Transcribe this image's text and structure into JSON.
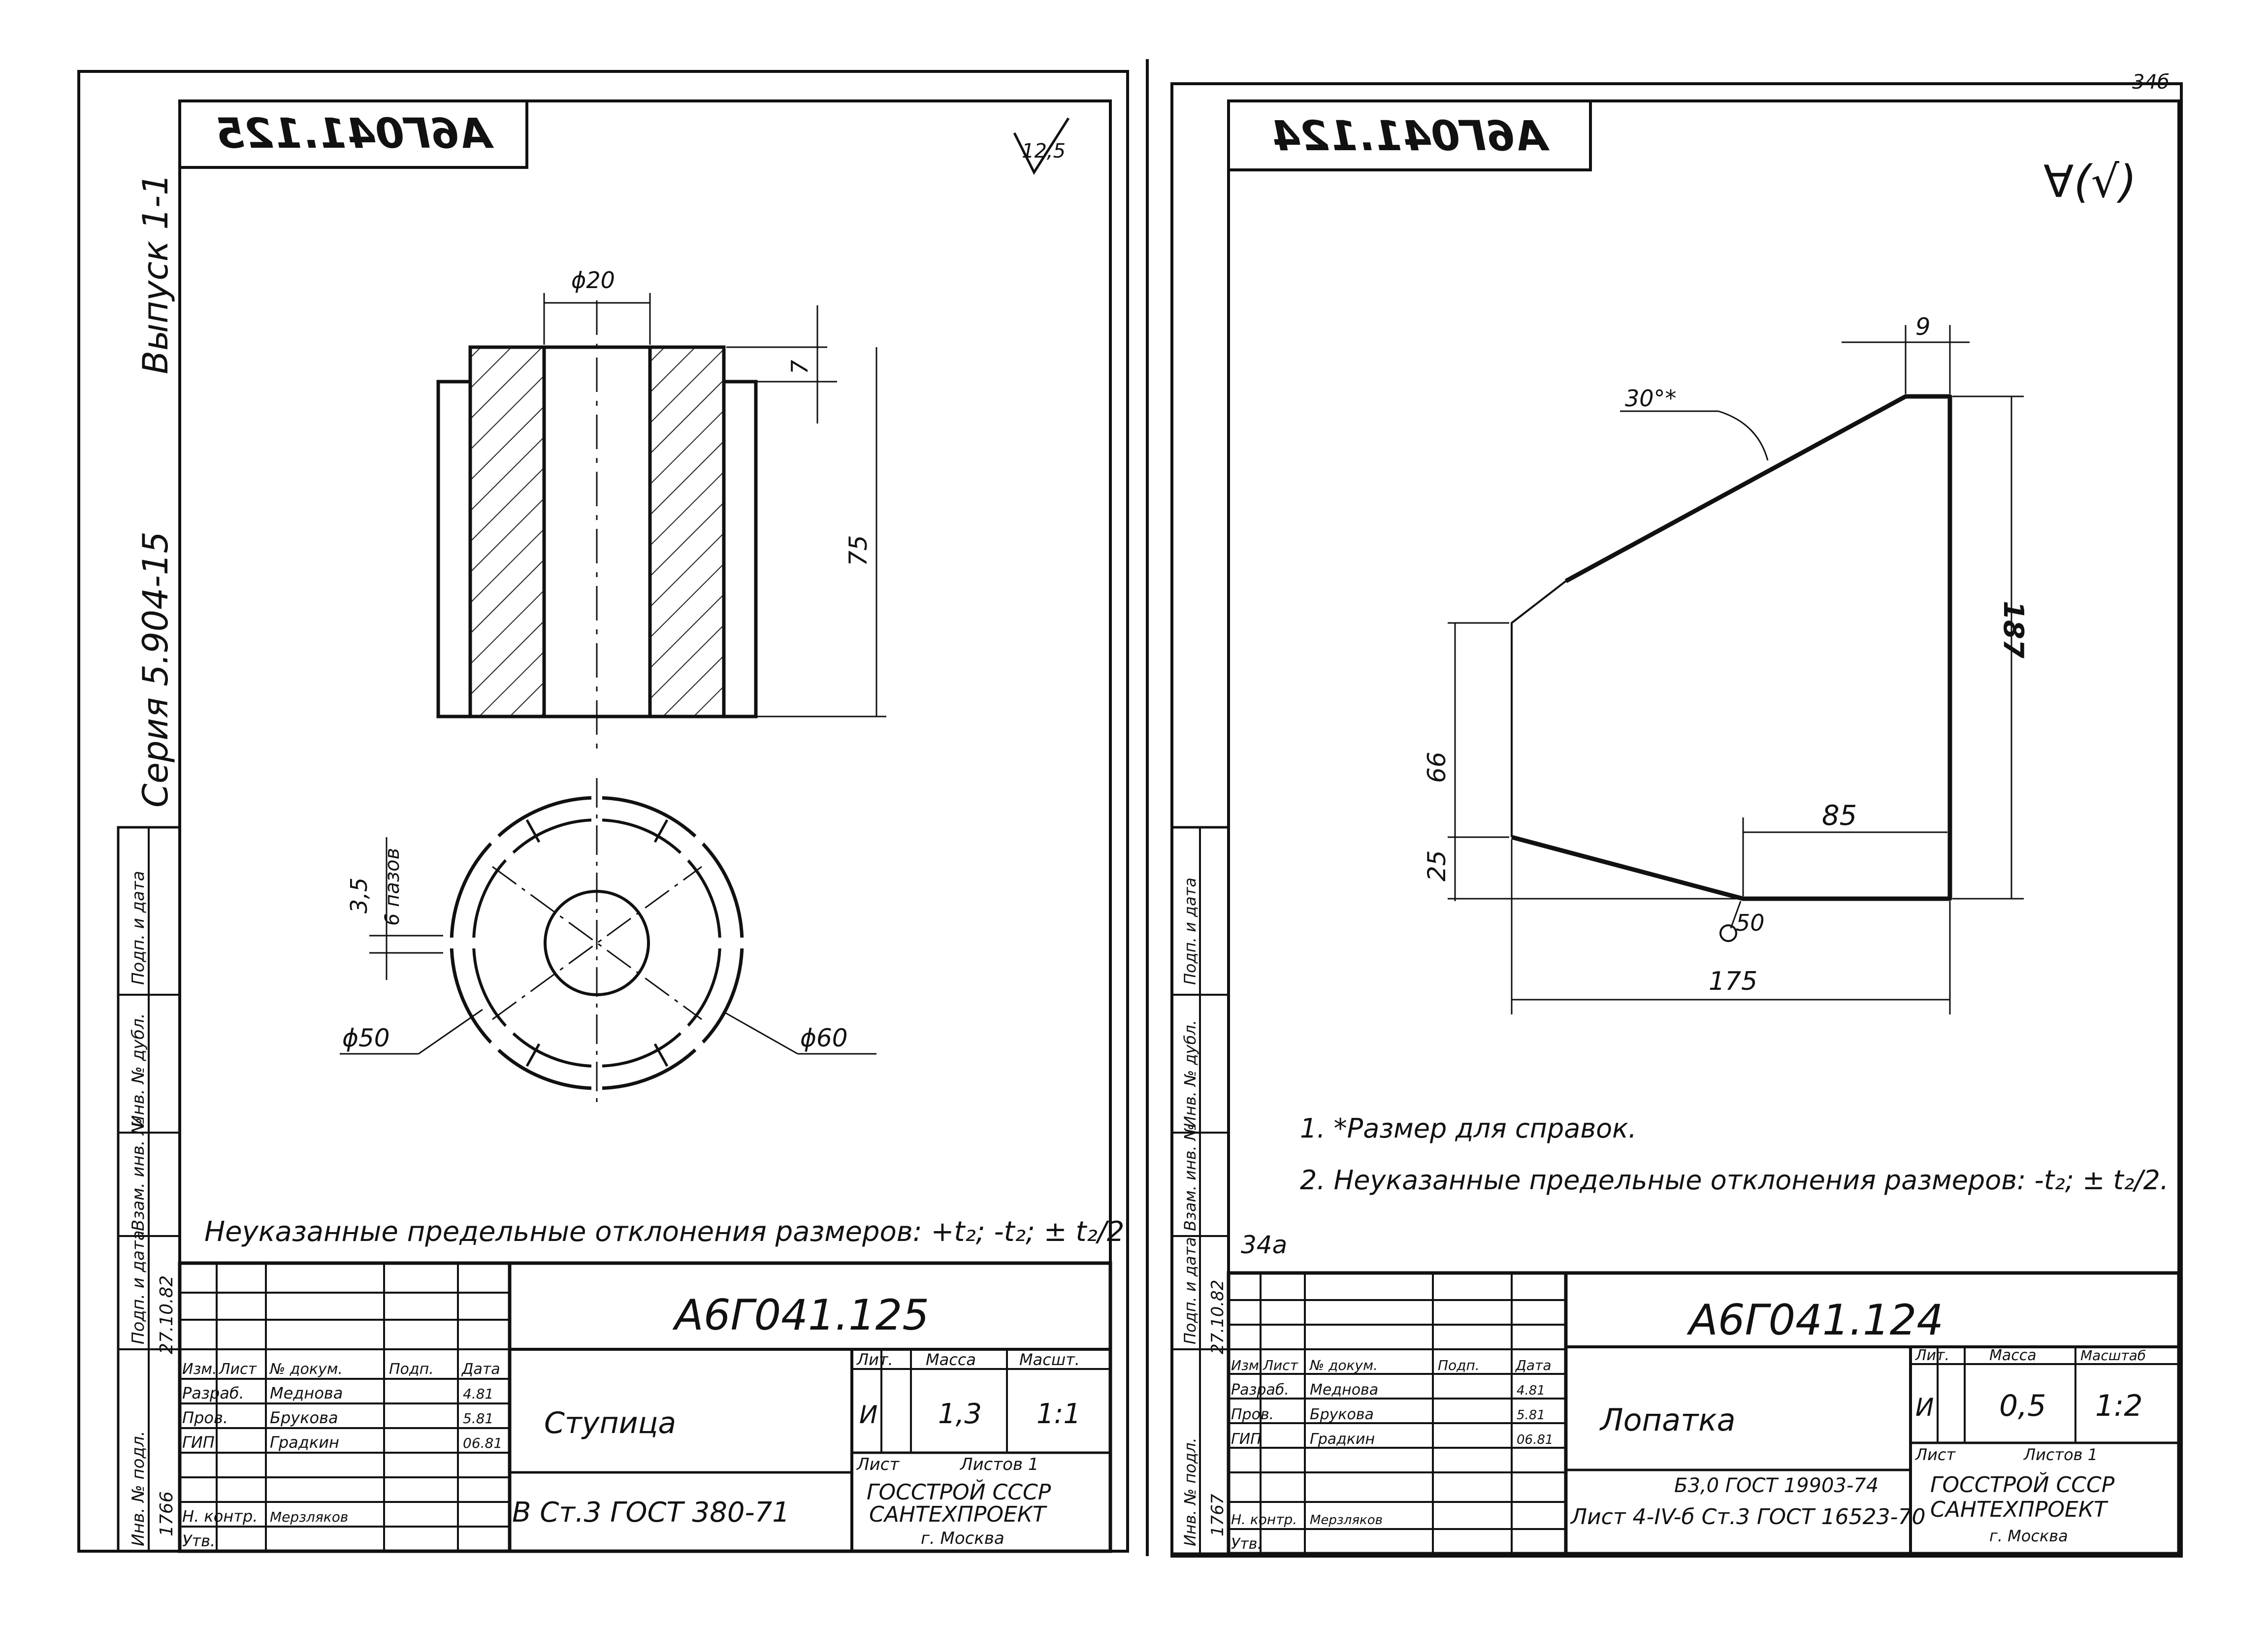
{
  "sheet_number": "34б",
  "left_sheet": {
    "code_stamp_top": "А6Г041.125",
    "series_label": "Серия 5.904-15",
    "issue_label": "Выпуск 1-1",
    "roughness_mark": "12,5",
    "dim_bore": "ϕ20",
    "dim_step": "7",
    "dim_length": "75",
    "dim_slot_w": "3,5",
    "dim_slot_note": "6 пазов",
    "dim_d_inner": "ϕ50",
    "dim_d_outer": "ϕ60",
    "note": "Неуказанные предельные отклонения размеров: +t₂; -t₂; ± t₂/2",
    "title_block": {
      "code": "А6Г041.125",
      "name": "Ступица",
      "lit_header": "Лит.",
      "mass_header": "Масса",
      "scale_header": "Масшт.",
      "lit_value": "И",
      "mass_value": "1,3",
      "scale_value": "1:1",
      "sheet_label": "Лист",
      "sheets_label": "Листов 1",
      "org1": "ГОССТРОЙ СССР",
      "org2": "САНТЕХПРОЕКТ",
      "org3": "г. Москва",
      "material": "В Ст.3 ГОСТ 380-71",
      "col_izm": "Изм.",
      "col_list": "Лист",
      "col_doc": "№ докум.",
      "col_podp": "Подп.",
      "col_date": "Дата",
      "row_razrab": "Разраб.",
      "row_prov": "Пров.",
      "row_gip": "ГИП",
      "row_nkontr": "Н. контр.",
      "row_utv": "Утв.",
      "name_razrab": "Меднова",
      "name_prov": "Брукова",
      "name_gip": "Градкин",
      "name_nkontr": "Мерзляков",
      "date_razrab": "4.81",
      "date_prov": "5.81",
      "date_gip": "06.81"
    },
    "side_labels": [
      "Инв. № подл.",
      "Подп. и дата",
      "Взам. инв. №",
      "Инв. № дубл.",
      "Подп. и дата"
    ],
    "side_date": "27.10.82",
    "side_inv": "1766"
  },
  "right_sheet": {
    "code_stamp_top": "А6Г041.124",
    "roughness_mark": "∀(√)",
    "dim_top_w": "9",
    "dim_angle": "30°*",
    "dim_height": "187",
    "dim_left_h": "66",
    "dim_left_low": "25",
    "dim_bottom_run": "85",
    "dim_width": "175",
    "dim_radius": "50",
    "note1": "1. *Размер для справок.",
    "note2": "2. Неуказанные предельные отклонения размеров: -t₂; ± t₂/2.",
    "handwritten": "34а",
    "title_block": {
      "code": "А6Г041.124",
      "name": "Лопатка",
      "lit_header": "Лит.",
      "mass_header": "Масса",
      "scale_header": "Масштаб",
      "lit_value": "И",
      "mass_value": "0,5",
      "scale_value": "1:2",
      "sheet_label": "Лист",
      "sheets_label": "Листов 1",
      "org1": "ГОССТРОЙ СССР",
      "org2": "САНТЕХПРОЕКТ",
      "org3": "г. Москва",
      "material1": "Б3,0 ГОСТ 19903-74",
      "material2": "Лист 4-IV-б Ст.3 ГОСТ 16523-70",
      "col_izm": "Изм.",
      "col_list": "Лист",
      "col_doc": "№ докум.",
      "col_podp": "Подп.",
      "col_date": "Дата",
      "row_razrab": "Разраб.",
      "row_prov": "Пров.",
      "row_gip": "ГИП",
      "row_nkontr": "Н. контр.",
      "row_utv": "Утв.",
      "name_razrab": "Меднова",
      "name_prov": "Брукова",
      "name_gip": "Градкин",
      "name_nkontr": "Мерзляков",
      "date_razrab": "4.81",
      "date_prov": "5.81",
      "date_gip": "06.81"
    },
    "side_labels": [
      "Инв. № подл.",
      "Подп. и дата",
      "Взам. инв. №",
      "Инв. № дубл.",
      "Подп. и дата"
    ],
    "side_date": "27.10.82",
    "side_inv": "1767"
  }
}
